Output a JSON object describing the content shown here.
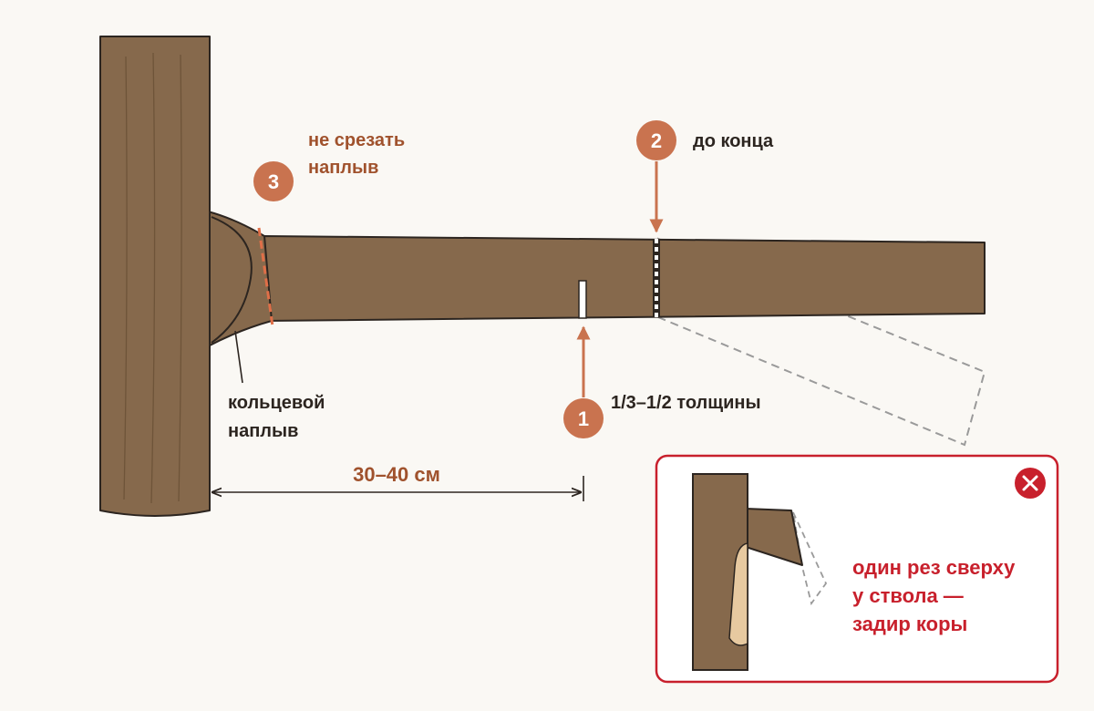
{
  "steps": [
    {
      "number": "1",
      "label": "1/3–1/2 толщины"
    },
    {
      "number": "2",
      "label": "до конца"
    },
    {
      "number": "3",
      "label_lines": [
        "не срезать",
        "наплыв"
      ]
    }
  ],
  "collar_label_lines": [
    "кольцевой",
    "наплыв"
  ],
  "distance_label": "30–40 см",
  "wrong_box": {
    "icon": "close-icon",
    "text_lines": [
      "один рез сверху",
      "у ствола —",
      "задир коры"
    ]
  },
  "colors": {
    "wood": "#86694c",
    "outline": "#2c2520",
    "badge": "#c9734f",
    "step3_text": "#a0522d",
    "dark_text": "#2c2520",
    "error": "#c8202c",
    "bark_tear": "#e7c9a0",
    "ghost": "#9a9a9a",
    "background": "#faf8f4"
  }
}
